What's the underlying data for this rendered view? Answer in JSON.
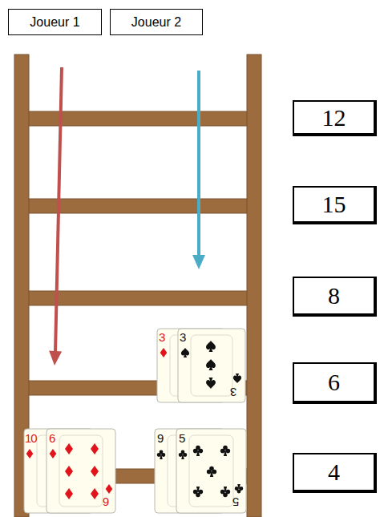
{
  "diagram": {
    "nodes": [
      {
        "text": [
          "Joueur 1"
        ]
      },
      {
        "text": [
          "Joueur 2"
        ]
      },
      {
        "text": [
          "12"
        ]
      },
      {
        "text": [
          "15"
        ]
      },
      {
        "text": [
          "8"
        ]
      },
      {
        "text": [
          "6"
        ]
      },
      {
        "text": [
          "4"
        ]
      }
    ],
    "labels": [
      "3",
      "3",
      "3",
      "10",
      "6",
      "6",
      "9",
      "5",
      "5"
    ]
  }
}
